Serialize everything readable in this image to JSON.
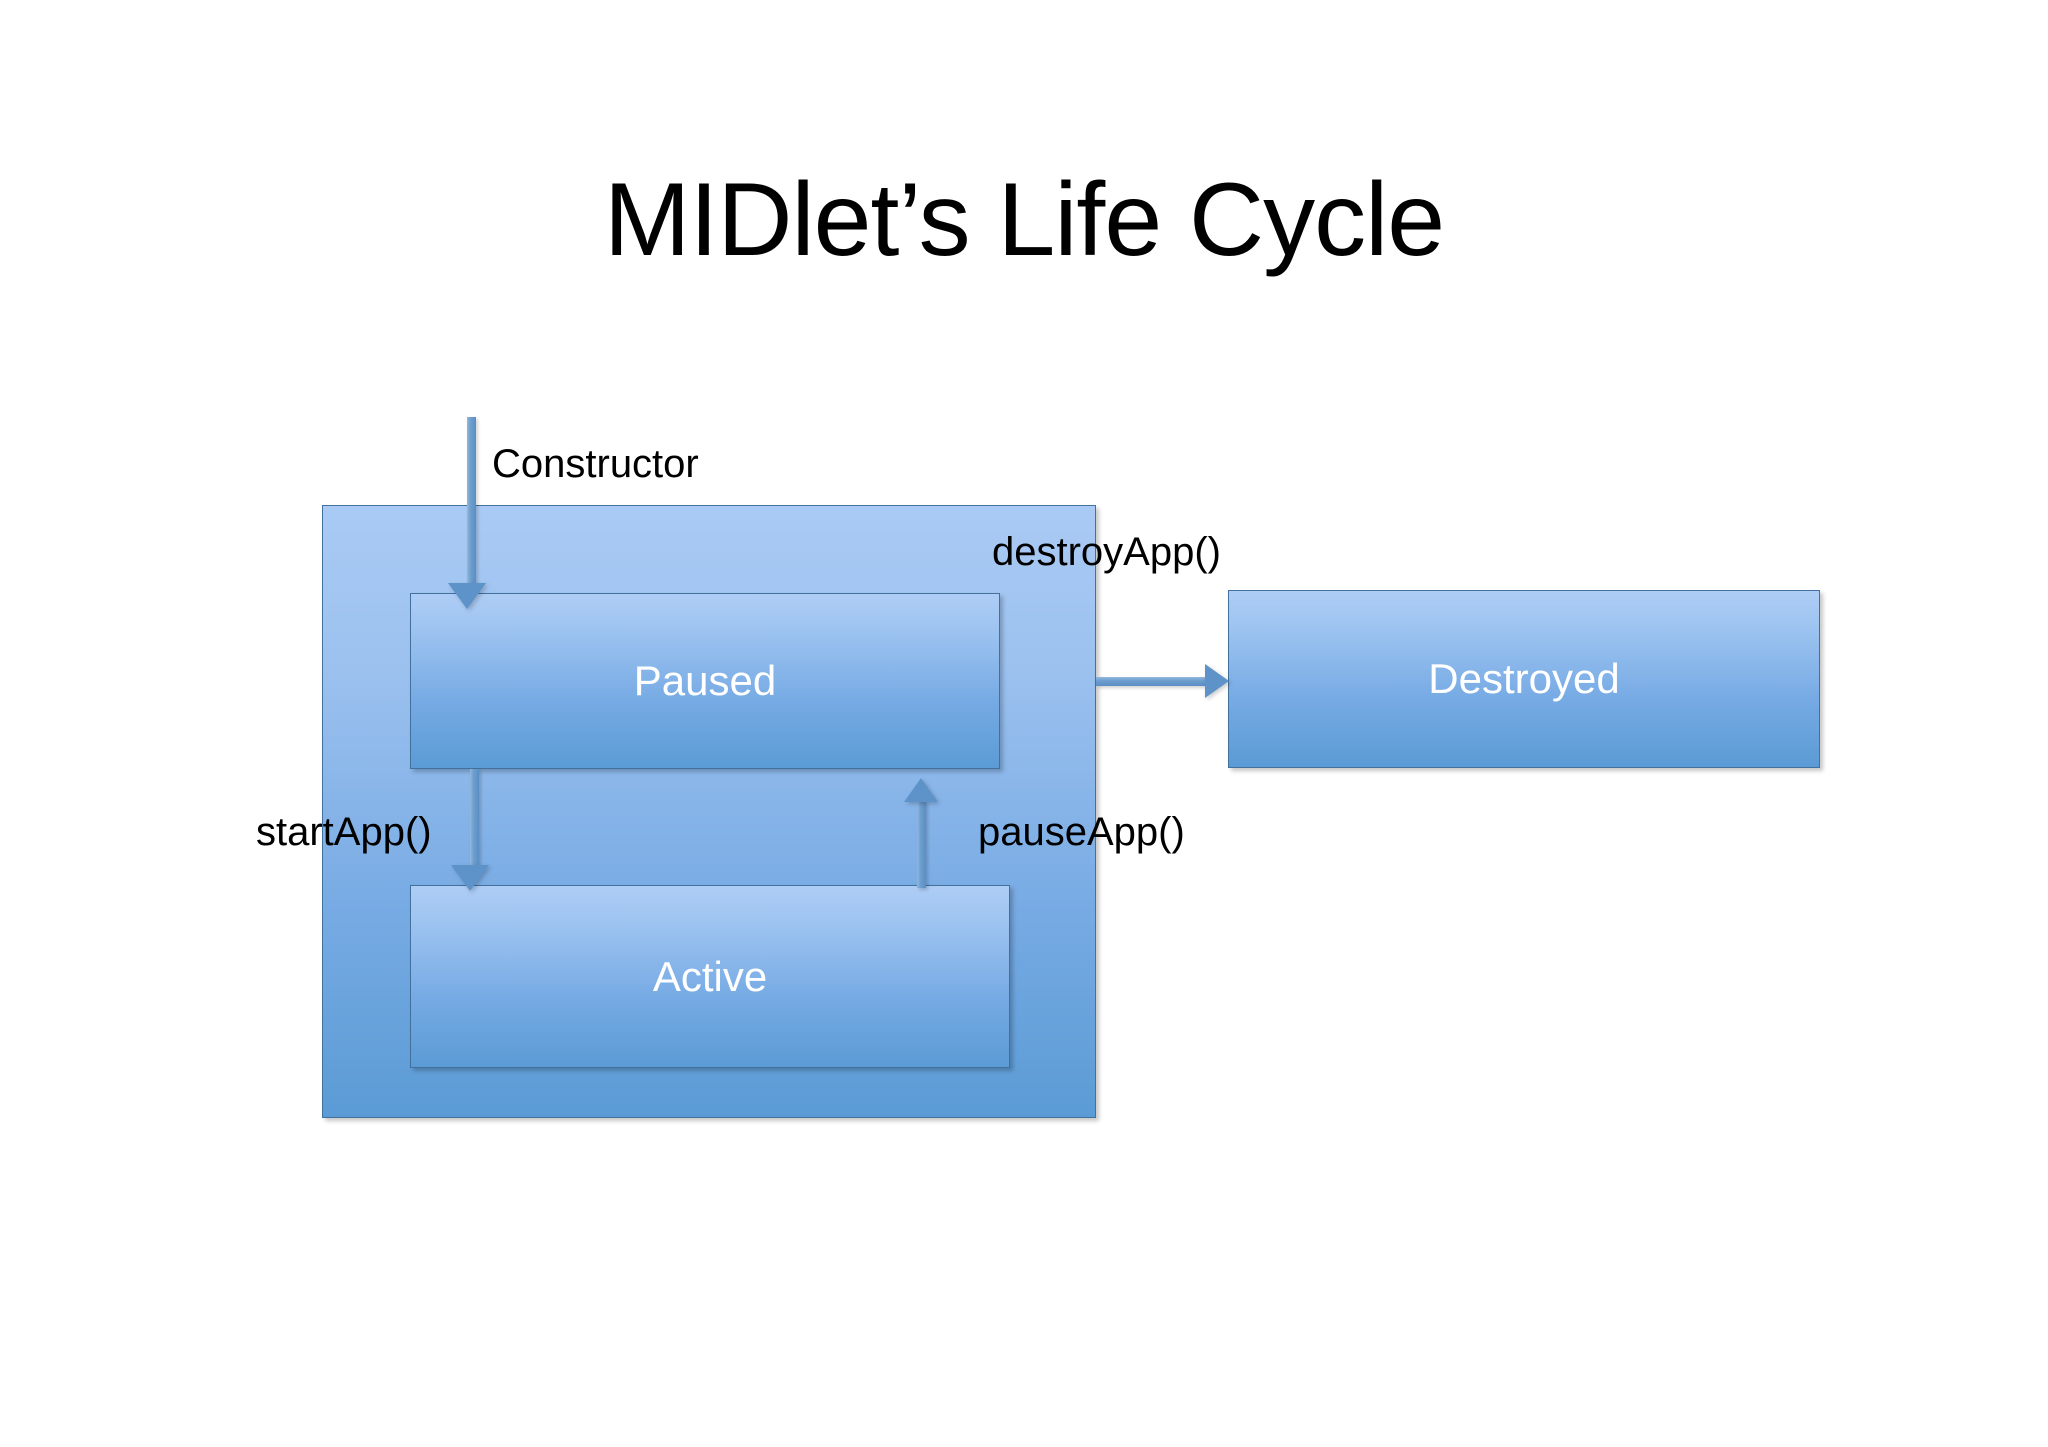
{
  "slide": {
    "title": "MIDlet’s Life Cycle",
    "background_color": "#ffffff"
  },
  "colors": {
    "shape_fill_top": "#aecdf5",
    "shape_fill_bottom": "#5b9bd5",
    "shape_border": "#41719c",
    "connector": "#5e93c9",
    "shape_text": "#ffffff",
    "label_text": "#000000"
  },
  "diagram": {
    "states": [
      {
        "id": "container",
        "label": ""
      },
      {
        "id": "paused",
        "label": "Paused"
      },
      {
        "id": "active",
        "label": "Active"
      },
      {
        "id": "destroyed",
        "label": "Destroyed"
      }
    ],
    "transitions": [
      {
        "id": "constructor",
        "label": "Constructor",
        "from": "start",
        "to": "paused",
        "direction": "down"
      },
      {
        "id": "startApp",
        "label": "startApp()",
        "from": "paused",
        "to": "active",
        "direction": "down"
      },
      {
        "id": "pauseApp",
        "label": "pauseApp()",
        "from": "active",
        "to": "paused",
        "direction": "up"
      },
      {
        "id": "destroyApp",
        "label": "destroyApp()",
        "from": "container",
        "to": "destroyed",
        "direction": "right"
      }
    ]
  }
}
